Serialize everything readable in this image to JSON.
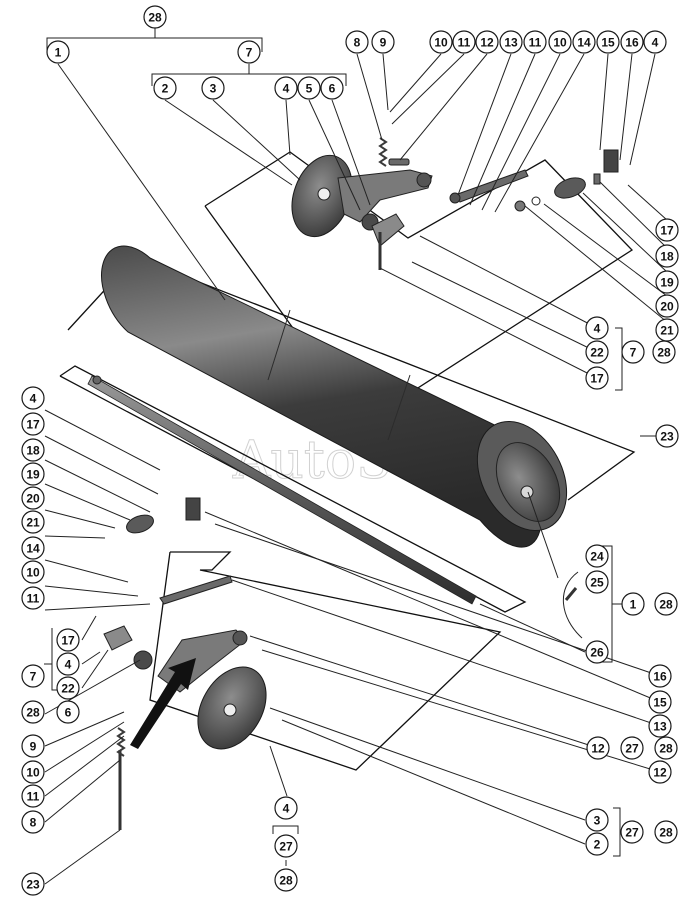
{
  "watermark": "AutoSoft",
  "colors": {
    "part_dark": "#3e3e3e",
    "part_mid": "#6c6c6c",
    "part_light": "#a9a9a9",
    "line": "#111111"
  },
  "callouts": [
    {
      "n": "28"
    },
    {
      "n": "1"
    },
    {
      "n": "7"
    },
    {
      "n": "2"
    },
    {
      "n": "3"
    },
    {
      "n": "4"
    },
    {
      "n": "5"
    },
    {
      "n": "6"
    },
    {
      "n": "8"
    },
    {
      "n": "9"
    },
    {
      "n": "10"
    },
    {
      "n": "11"
    },
    {
      "n": "12"
    },
    {
      "n": "13"
    },
    {
      "n": "11"
    },
    {
      "n": "10"
    },
    {
      "n": "14"
    },
    {
      "n": "15"
    },
    {
      "n": "16"
    },
    {
      "n": "4"
    },
    {
      "n": "17"
    },
    {
      "n": "18"
    },
    {
      "n": "19"
    },
    {
      "n": "20"
    },
    {
      "n": "21"
    },
    {
      "n": "4"
    },
    {
      "n": "22"
    },
    {
      "n": "7"
    },
    {
      "n": "28"
    },
    {
      "n": "17"
    },
    {
      "n": "23"
    },
    {
      "n": "4"
    },
    {
      "n": "17"
    },
    {
      "n": "18"
    },
    {
      "n": "19"
    },
    {
      "n": "20"
    },
    {
      "n": "21"
    },
    {
      "n": "14"
    },
    {
      "n": "10"
    },
    {
      "n": "11"
    },
    {
      "n": "17"
    },
    {
      "n": "4"
    },
    {
      "n": "22"
    },
    {
      "n": "7"
    },
    {
      "n": "28"
    },
    {
      "n": "6"
    },
    {
      "n": "9"
    },
    {
      "n": "10"
    },
    {
      "n": "11"
    },
    {
      "n": "8"
    },
    {
      "n": "23"
    },
    {
      "n": "24"
    },
    {
      "n": "25"
    },
    {
      "n": "1"
    },
    {
      "n": "28"
    },
    {
      "n": "26"
    },
    {
      "n": "16"
    },
    {
      "n": "15"
    },
    {
      "n": "13"
    },
    {
      "n": "12"
    },
    {
      "n": "27"
    },
    {
      "n": "28"
    },
    {
      "n": "12"
    },
    {
      "n": "3"
    },
    {
      "n": "2"
    },
    {
      "n": "27"
    },
    {
      "n": "28"
    },
    {
      "n": "4"
    },
    {
      "n": "27"
    },
    {
      "n": "28"
    }
  ]
}
